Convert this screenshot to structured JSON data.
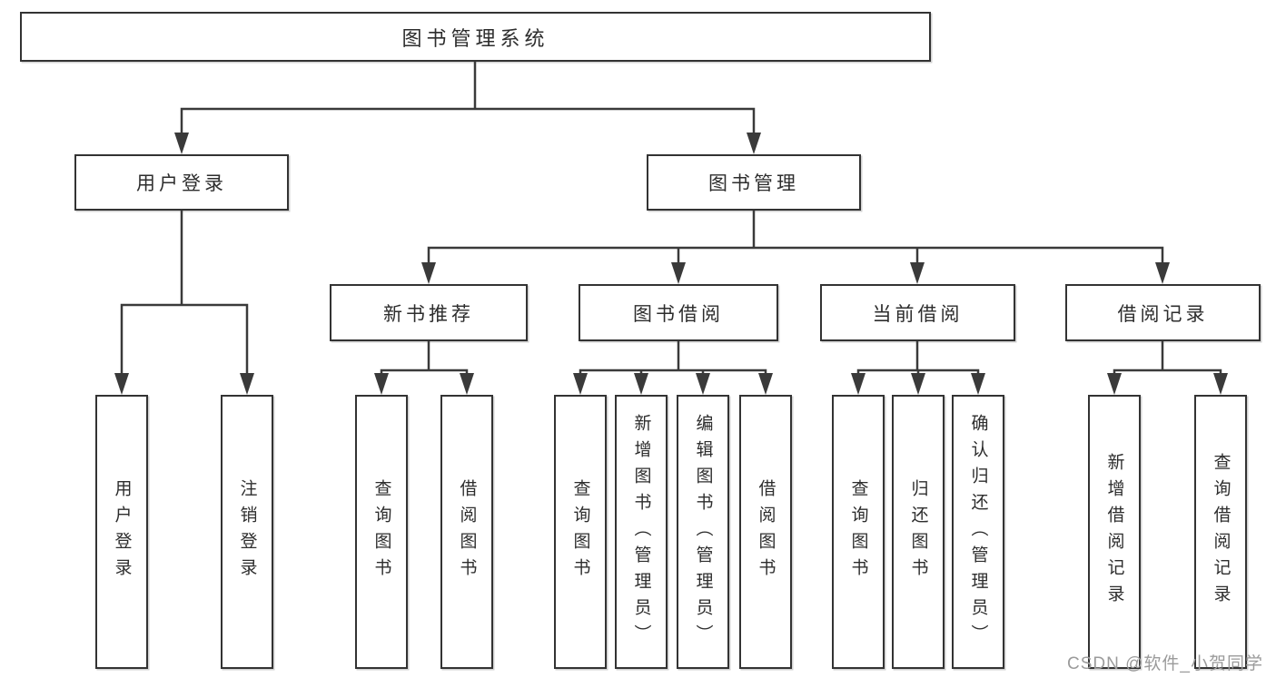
{
  "colors": {
    "canvas_bg": "#ffffff",
    "line": "#3a3a3a",
    "box_border": "#333333",
    "box_bg": "#ffffff",
    "text": "#2d2d2d",
    "watermark": "#9b9b9b"
  },
  "diagram": {
    "root": {
      "label": "图书管理系统"
    },
    "branches": [
      {
        "label": "用户登录",
        "children": [
          {
            "label": "用户登录"
          },
          {
            "label": "注销登录"
          }
        ]
      },
      {
        "label": "图书管理",
        "groups": [
          {
            "label": "新书推荐",
            "children": [
              {
                "label": "查询图书"
              },
              {
                "label": "借阅图书"
              }
            ]
          },
          {
            "label": "图书借阅",
            "children": [
              {
                "label": "查询图书"
              },
              {
                "label": "新增图书（管理员）"
              },
              {
                "label": "编辑图书（管理员）"
              },
              {
                "label": "借阅图书"
              }
            ]
          },
          {
            "label": "当前借阅",
            "children": [
              {
                "label": "查询图书"
              },
              {
                "label": "归还图书"
              },
              {
                "label": "确认归还（管理员）"
              }
            ]
          },
          {
            "label": "借阅记录",
            "children": [
              {
                "label": "新增借阅记录"
              },
              {
                "label": "查询借阅记录"
              }
            ]
          }
        ]
      }
    ]
  },
  "watermark": {
    "text": "CSDN @软件_小贺同学"
  }
}
